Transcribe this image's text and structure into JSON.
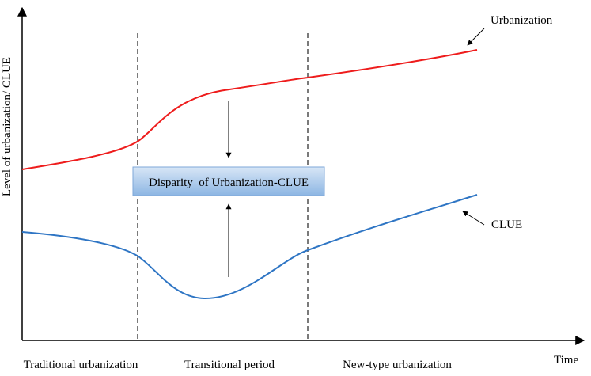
{
  "axes": {
    "y_label": "Level of urbanization/ CLUE",
    "x_label": "Time"
  },
  "periods": [
    {
      "label": "Traditional urbanization"
    },
    {
      "label": "Transitional period"
    },
    {
      "label": "New-type urbanization"
    }
  ],
  "curves": {
    "urbanization": {
      "label": "Urbanization",
      "color": "#ee1c1c"
    },
    "clue": {
      "label": "CLUE",
      "color": "#2e75c4"
    }
  },
  "disparity_box": {
    "label": "Disparity  of Urbanization-CLUE",
    "fill_top": "#d7e6f6",
    "fill_bottom": "#8db6e3",
    "border": "#7ea7d8"
  },
  "colors": {
    "axis": "#000000",
    "divider": "#333333",
    "arrow": "#000000"
  }
}
